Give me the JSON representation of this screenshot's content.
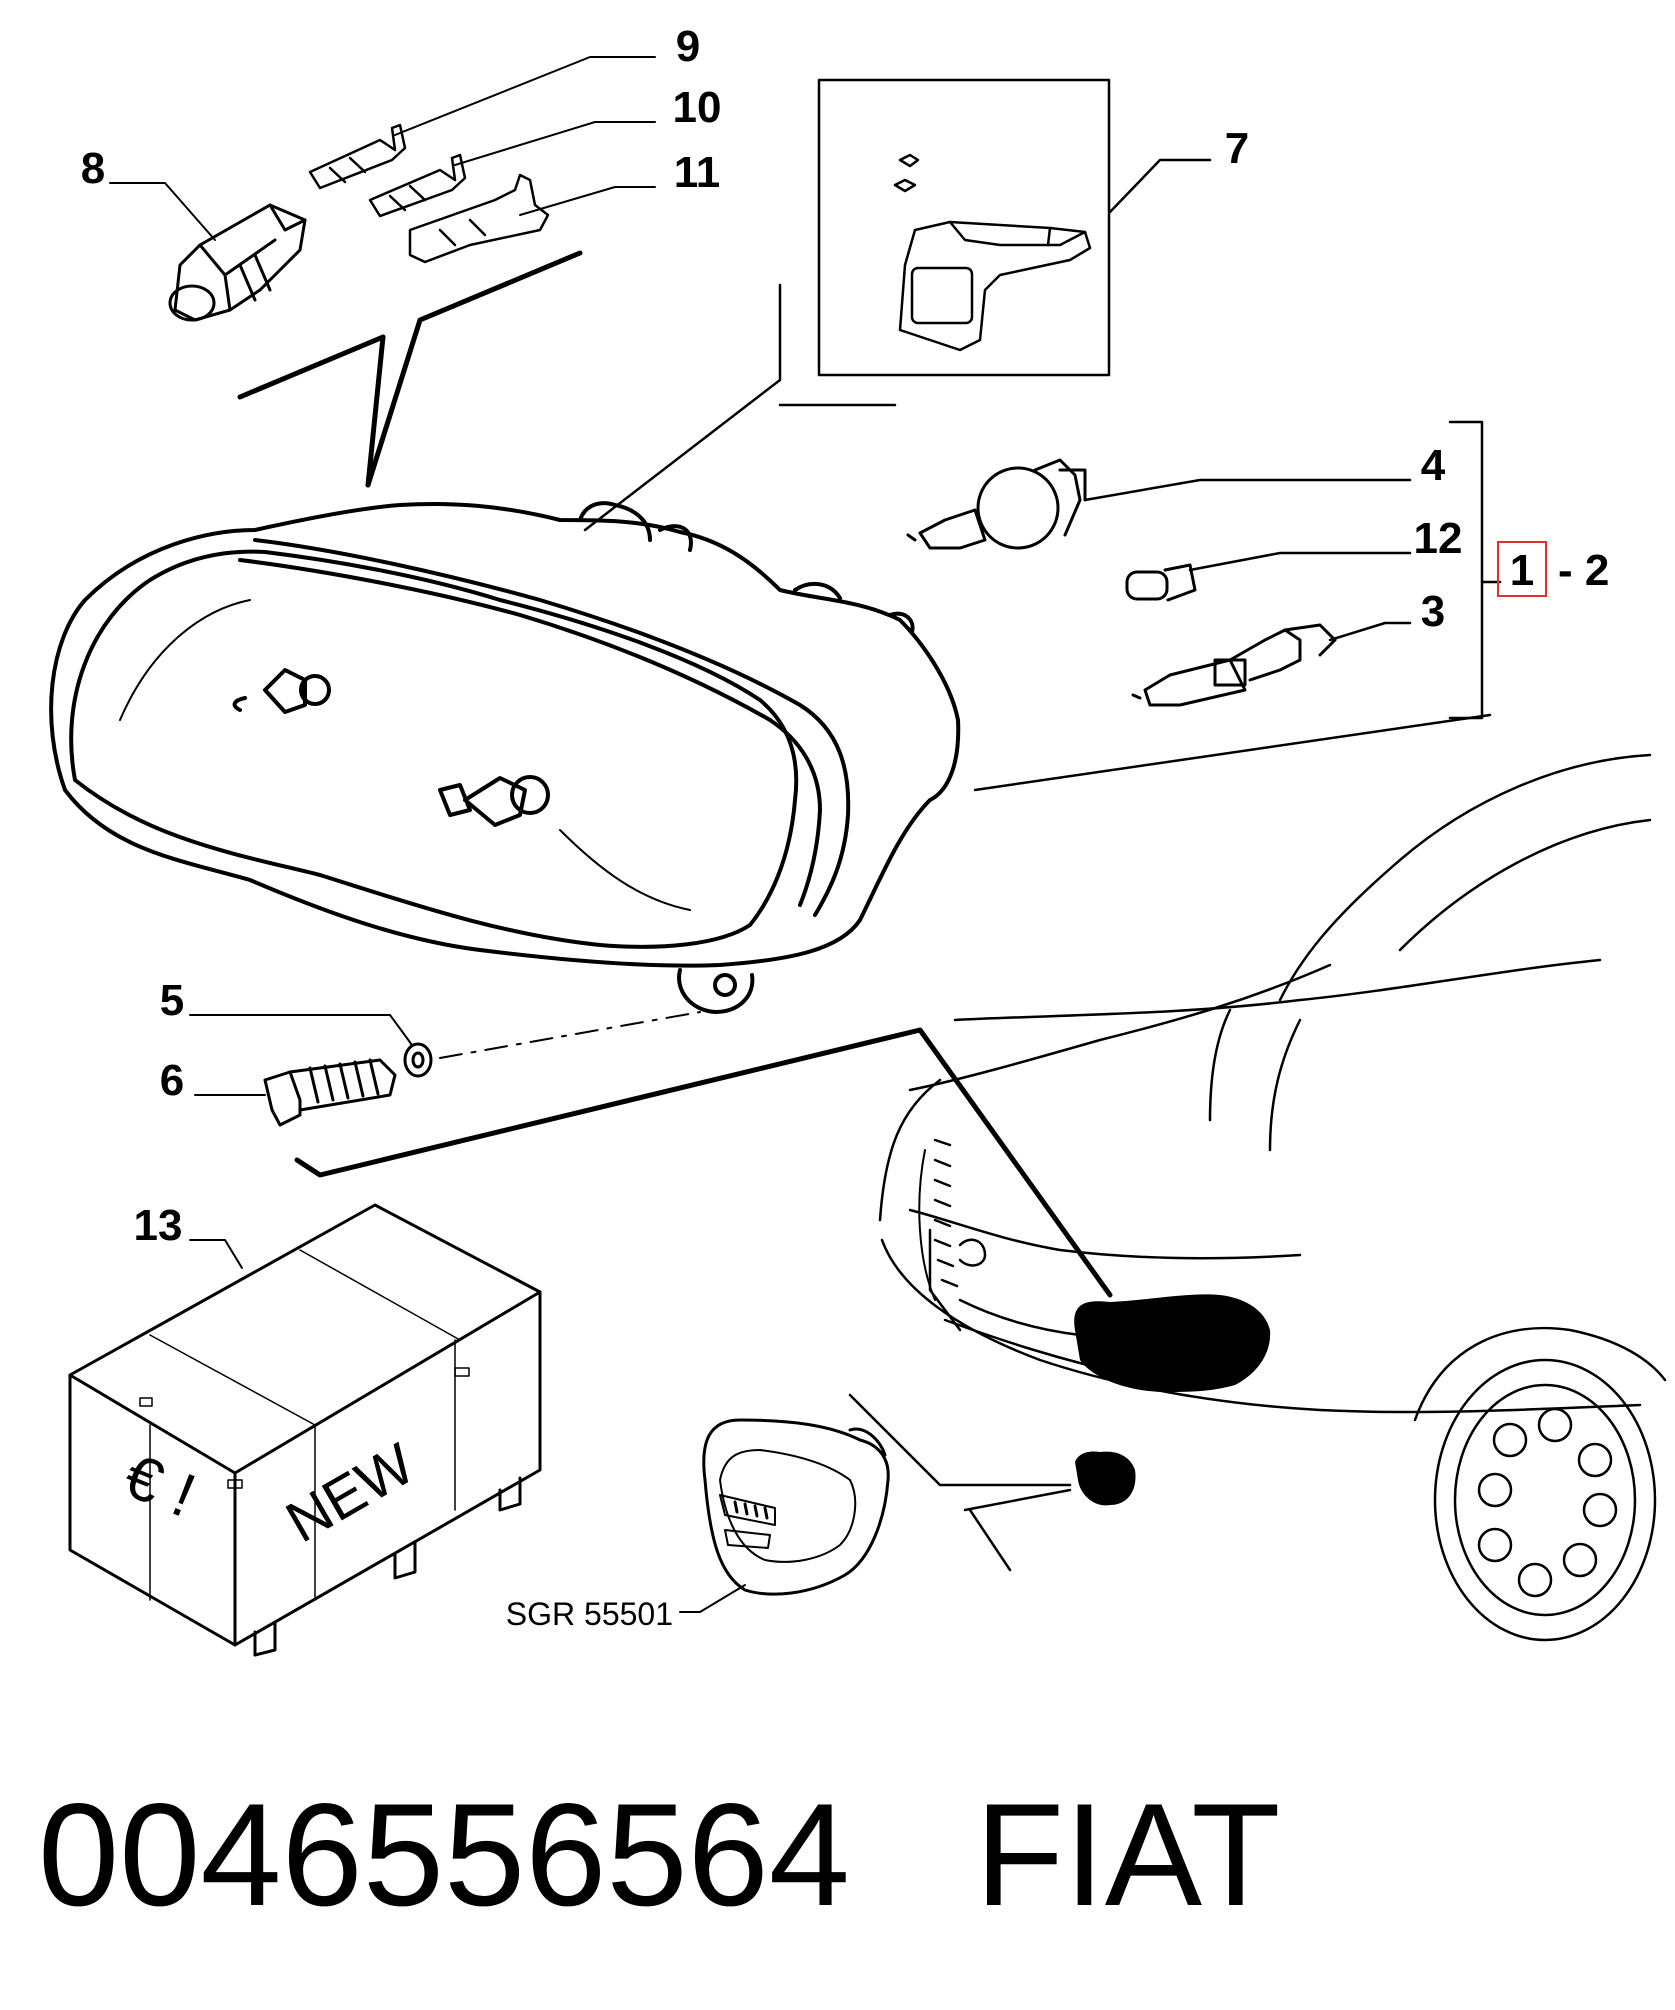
{
  "callouts": {
    "c1": "1",
    "c2": "- 2",
    "c3": "3",
    "c4": "4",
    "c5": "5",
    "c6": "6",
    "c7": "7",
    "c8": "8",
    "c9": "9",
    "c10": "10",
    "c11": "11",
    "c12": "12",
    "c13": "13"
  },
  "sgr_label": "SGR 55501",
  "crate": {
    "word": "NEW",
    "symbol": "€ !"
  },
  "footer": {
    "part_number": "0046556564",
    "brand": "FIAT"
  },
  "colors": {
    "ink": "#000000",
    "highlight_box": "#e03030"
  }
}
